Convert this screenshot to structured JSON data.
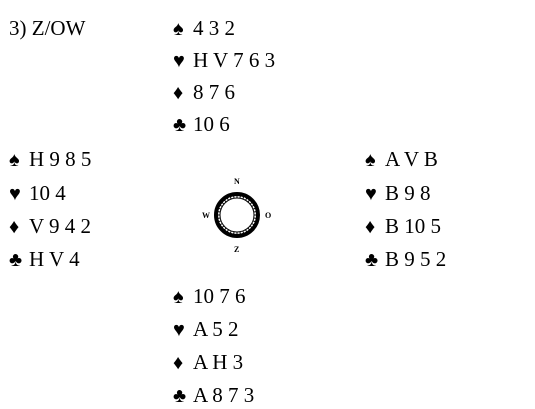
{
  "deal_title": "3) Z/OW",
  "suits": {
    "spade": "♠",
    "heart": "♥",
    "diamond": "♦",
    "club": "♣"
  },
  "north": {
    "spades": "4 3 2",
    "hearts": "H V 7 6 3",
    "diamonds": "8 7 6",
    "clubs": "10 6"
  },
  "west": {
    "spades": "H 9 8 5",
    "hearts": "10 4",
    "diamonds": "V 9 4 2",
    "clubs": "H V 4"
  },
  "east": {
    "spades": "A V B",
    "hearts": "B 9 8",
    "diamonds": "B 10 5",
    "clubs": "B 9 5 2"
  },
  "south": {
    "spades": "10 7 6",
    "hearts": "A 5 2",
    "diamonds": "A H 3",
    "clubs": "A 8 7 3"
  },
  "compass": {
    "north": "N",
    "east": "O",
    "south": "Z",
    "west": "W"
  }
}
